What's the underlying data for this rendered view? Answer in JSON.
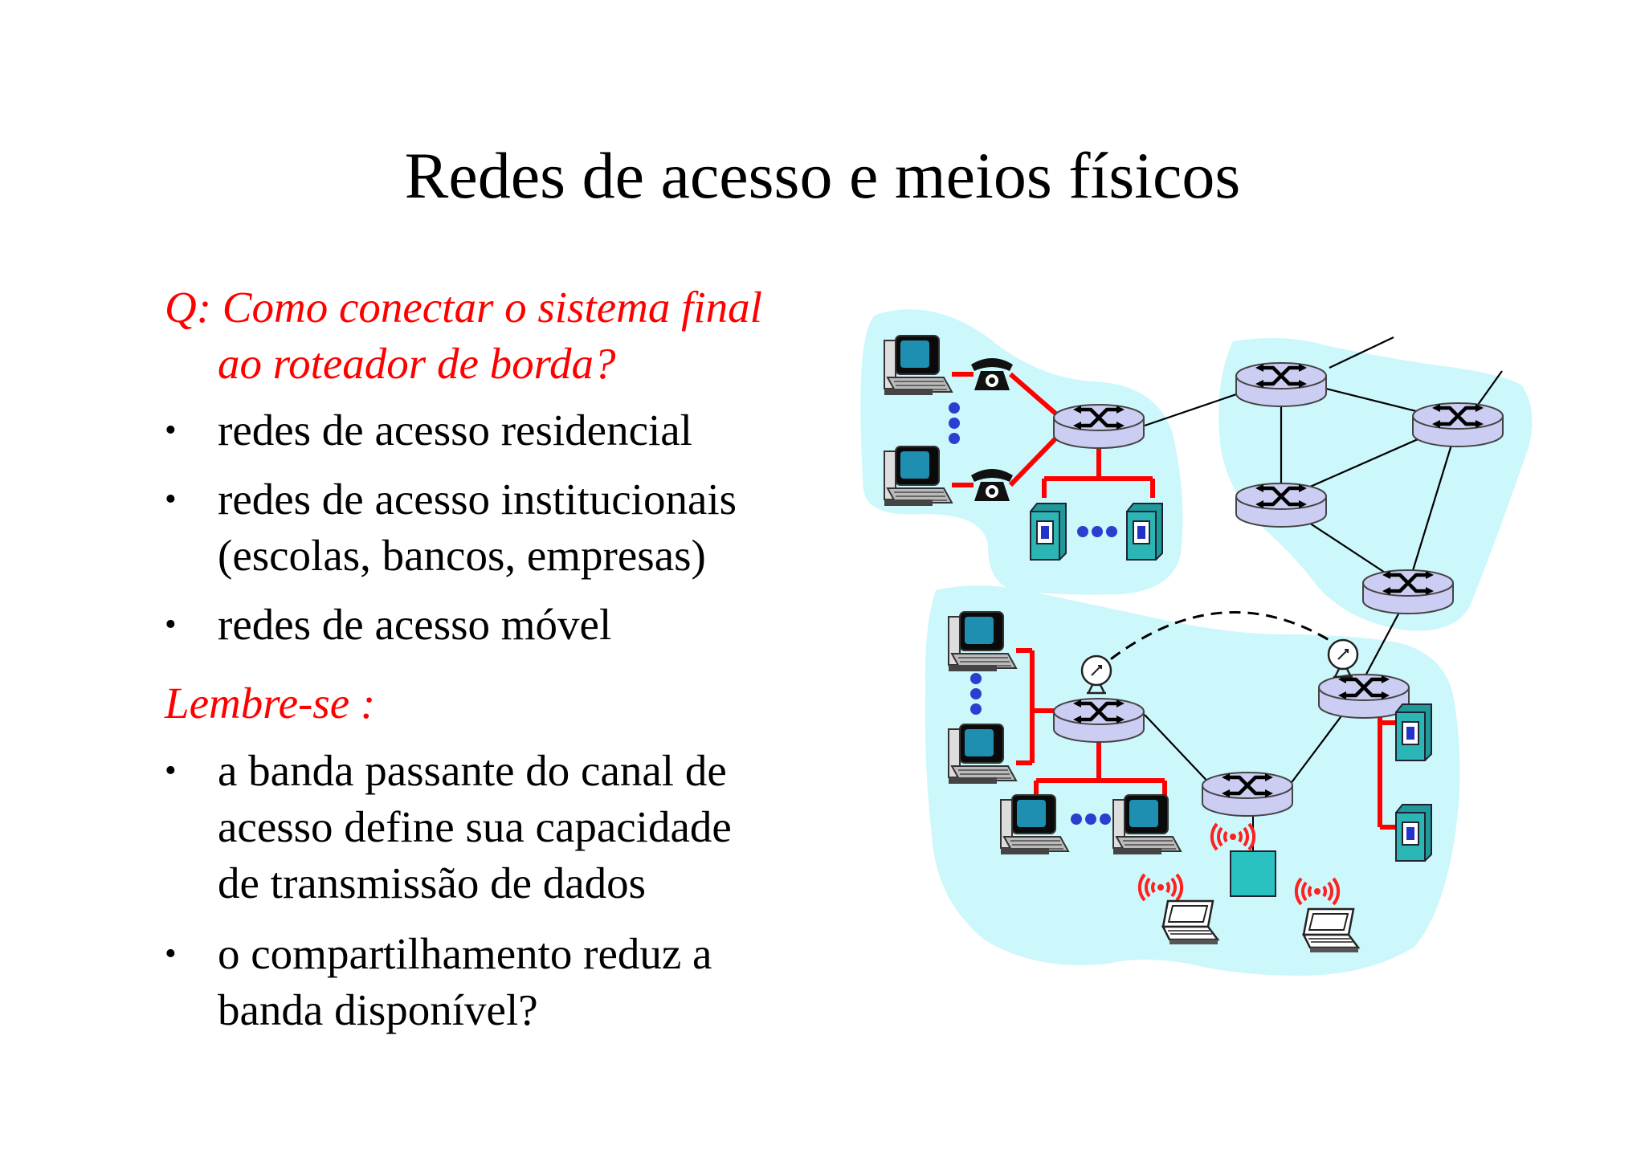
{
  "slide": {
    "title": "Redes de acesso e meios físicos",
    "question_line1": "Q: Como conectar o sistema final",
    "question_line2": "ao roteador de borda?",
    "bullets_top": [
      "redes de acesso residencial",
      "redes de acesso institucionais",
      "(escolas, bancos, empresas)",
      "redes de acesso móvel"
    ],
    "remember": "Lembre-se :",
    "bullet_4_lines": [
      "a banda passante do canal de",
      "acesso define sua capacidade",
      "de transmissão de dados"
    ],
    "bullet_5_lines": [
      "o compartilhamento reduz a",
      "banda disponível?"
    ],
    "bullet_glyph": "•"
  },
  "colors": {
    "cloud": "#ccf7fb",
    "router_fill": "#cccdf2",
    "access_link": "#ff0000",
    "server": "#2cb5b5",
    "dots": "#2a3fd0",
    "wireless": "#ff2020",
    "ap_box": "#2cc1c1"
  },
  "diagram_icons": [
    "router-icon",
    "desktop-computer-icon",
    "telephone-icon",
    "server-icon",
    "satellite-dish-icon",
    "laptop-icon",
    "wireless-waves-icon",
    "access-point-icon"
  ]
}
